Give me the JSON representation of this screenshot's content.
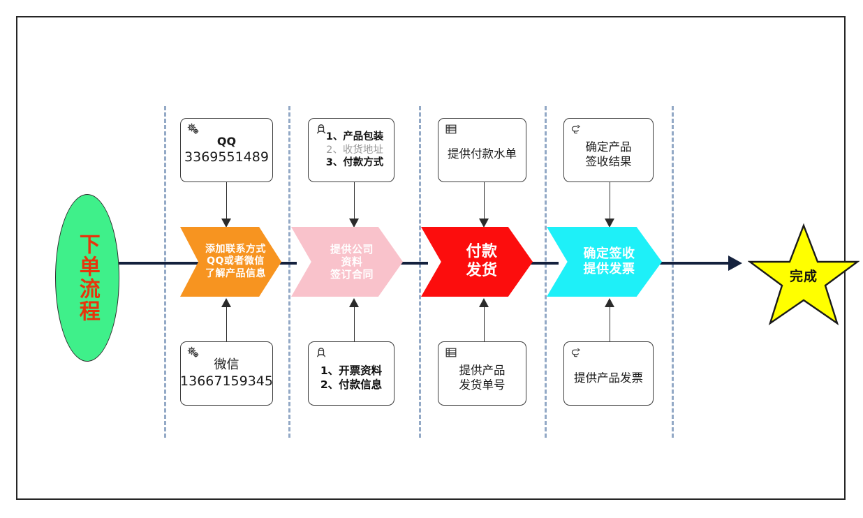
{
  "diagram": {
    "title_shape": {
      "label": "下单流程",
      "fill": "#3ff08a",
      "text_color": "#e8340c"
    },
    "finish_shape": {
      "label": "完成",
      "fill": "#ffff00",
      "text_color": "#101010"
    },
    "connector_color": "#14213d",
    "divider_color": "#93a9c6",
    "stages": [
      {
        "id": "stage-1",
        "chevron": {
          "lines": [
            "添加联系方式",
            "QQ或者微信",
            "了解产品信息"
          ],
          "fill": "#f79420",
          "text_color": "#ffffff"
        },
        "top_note": {
          "icon": "gears-icon",
          "lines": [
            {
              "text": "QQ",
              "strong": true
            },
            {
              "text": "3369551489",
              "strong": false
            }
          ]
        },
        "bottom_note": {
          "icon": "gears-icon",
          "lines": [
            {
              "text": "微信",
              "strong": false
            },
            {
              "text": "13667159345",
              "strong": false
            }
          ]
        }
      },
      {
        "id": "stage-2",
        "chevron": {
          "lines": [
            "提供公司",
            "资料",
            "签订合同"
          ],
          "fill": "#f9c2cb",
          "text_color": "#ffffff"
        },
        "top_note": {
          "icon": "person-icon",
          "lines": [
            {
              "text": "1、产品包装",
              "strong": true
            },
            {
              "text": "2、收货地址",
              "strong": false,
              "muted": true
            },
            {
              "text": "3、付款方式",
              "strong": true
            }
          ]
        },
        "bottom_note": {
          "icon": "person-icon",
          "lines": [
            {
              "text": "1、开票资料",
              "strong": true
            },
            {
              "text": "2、付款信息",
              "strong": true
            }
          ]
        }
      },
      {
        "id": "stage-3",
        "chevron": {
          "lines": [
            "付款",
            "发货"
          ],
          "fill": "#fc0d0d",
          "text_color": "#ffffff"
        },
        "top_note": {
          "icon": "list-icon",
          "lines": [
            {
              "text": "提供付款水单",
              "strong": false
            }
          ]
        },
        "bottom_note": {
          "icon": "list-icon",
          "lines": [
            {
              "text": "提供产品",
              "strong": false
            },
            {
              "text": "发货单号",
              "strong": false
            }
          ]
        }
      },
      {
        "id": "stage-4",
        "chevron": {
          "lines": [
            "确定签收",
            "提供发票"
          ],
          "fill": "#1ef0f8",
          "text_color": "#ffffff"
        },
        "top_note": {
          "icon": "pointing-hand-icon",
          "lines": [
            {
              "text": "确定产品",
              "strong": false
            },
            {
              "text": "签收结果",
              "strong": false
            }
          ]
        },
        "bottom_note": {
          "icon": "pointing-hand-icon",
          "lines": [
            {
              "text": "提供产品发票",
              "strong": false
            }
          ]
        }
      }
    ]
  }
}
